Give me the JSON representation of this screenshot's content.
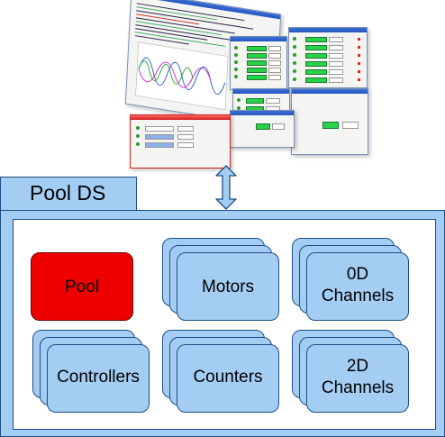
{
  "container": {
    "title": "Pool DS"
  },
  "elements": {
    "pool": "Pool",
    "motors": "Motors",
    "channels_0d": [
      "0D",
      "Channels"
    ],
    "controllers": "Controllers",
    "counters": "Counters",
    "channels_2d": [
      "2D",
      "Channels"
    ]
  },
  "colors": {
    "box_fill": "#a4cdf4",
    "box_border": "#1f4e84",
    "pool_fill": "#ee0000",
    "container_fill": "#a4cdf4",
    "inner_fill": "#ffffff"
  },
  "icons": {
    "connector": "bidirectional-arrow-icon",
    "client_gui": "application-screenshots-image"
  }
}
